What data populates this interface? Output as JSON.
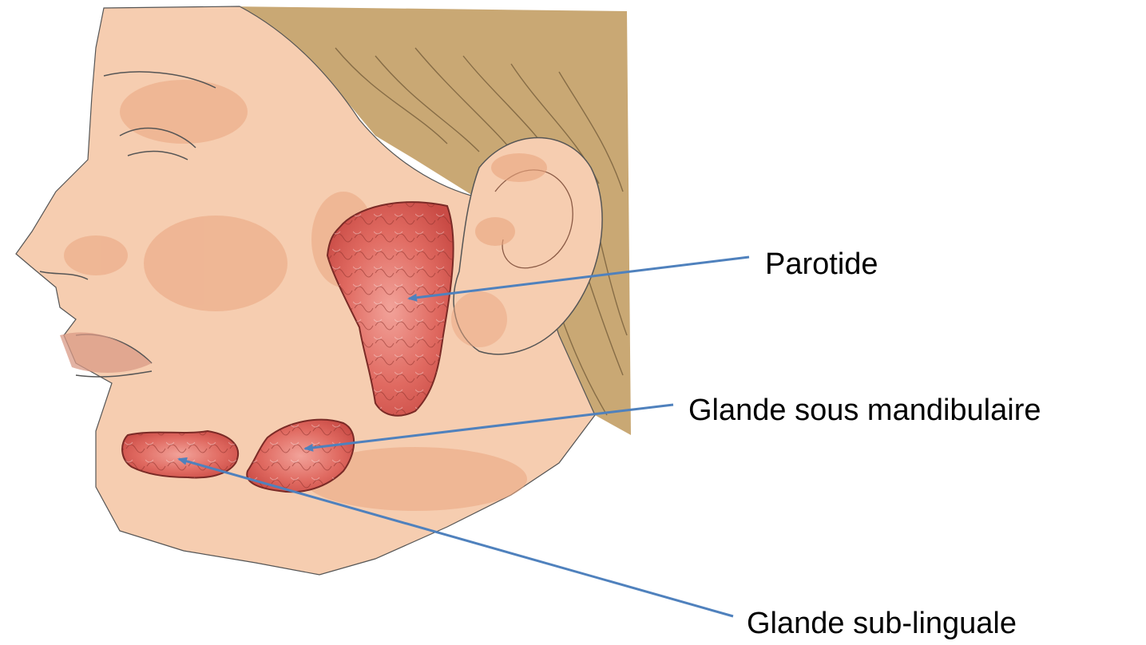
{
  "labels": {
    "parotid": "Parotide",
    "submandibular": "Glande sous mandibulaire",
    "sublingual": "Glande sub-linguale"
  },
  "colors": {
    "skin": "#f6cdb0",
    "skin_shadow": "#eaa57f",
    "hair": "#c9a874",
    "gland": "#dc5a52",
    "gland_outline": "#7a2a26",
    "arrow": "#4f81bd",
    "sketch_line": "#555555"
  }
}
